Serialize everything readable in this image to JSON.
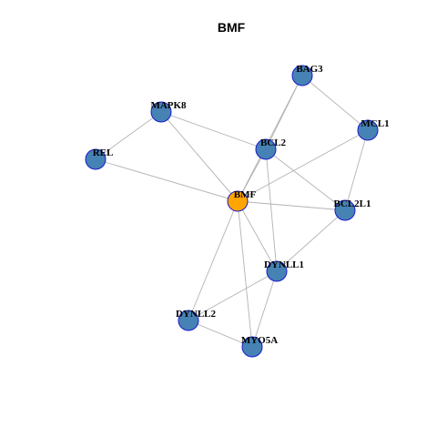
{
  "title": "BMF",
  "colors": {
    "node_fill": "#4682b4",
    "center_fill": "#ffa500",
    "node_stroke": "#1a1acc",
    "edge": "#b3b3b3"
  },
  "network": {
    "center": "BMF",
    "nodes": [
      {
        "id": "BMF",
        "label": "BMF"
      },
      {
        "id": "BAG3",
        "label": "BAG3"
      },
      {
        "id": "MAPK8",
        "label": "MAPK8"
      },
      {
        "id": "MCL1",
        "label": "MCL1"
      },
      {
        "id": "BCL2",
        "label": "BCL2"
      },
      {
        "id": "REL",
        "label": "REL"
      },
      {
        "id": "BCL2L1",
        "label": "BCL2L1"
      },
      {
        "id": "DYNLL1",
        "label": "DYNLL1"
      },
      {
        "id": "DYNLL2",
        "label": "DYNLL2"
      },
      {
        "id": "MYO5A",
        "label": "MYO5A"
      }
    ],
    "edges": [
      [
        "MAPK8",
        "REL"
      ],
      [
        "MAPK8",
        "BCL2"
      ],
      [
        "MAPK8",
        "BMF"
      ],
      [
        "REL",
        "BMF"
      ],
      [
        "BAG3",
        "MCL1"
      ],
      [
        "BAG3",
        "BCL2"
      ],
      [
        "BAG3",
        "BMF"
      ],
      [
        "MCL1",
        "BMF"
      ],
      [
        "MCL1",
        "BCL2L1"
      ],
      [
        "BCL2",
        "BMF"
      ],
      [
        "BCL2",
        "BCL2L1"
      ],
      [
        "BCL2",
        "DYNLL1"
      ],
      [
        "BMF",
        "BCL2L1"
      ],
      [
        "BMF",
        "DYNLL1"
      ],
      [
        "BMF",
        "DYNLL2"
      ],
      [
        "BMF",
        "MYO5A"
      ],
      [
        "BCL2L1",
        "DYNLL1"
      ],
      [
        "DYNLL1",
        "DYNLL2"
      ],
      [
        "DYNLL1",
        "MYO5A"
      ],
      [
        "DYNLL2",
        "MYO5A"
      ]
    ]
  }
}
